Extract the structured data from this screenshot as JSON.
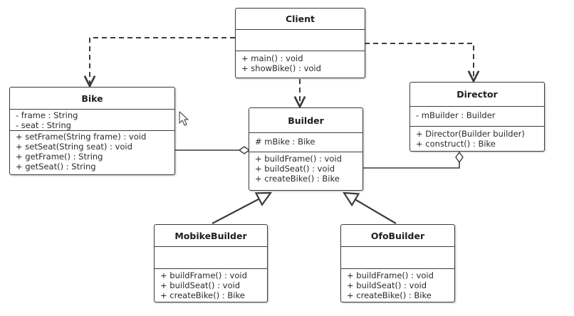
{
  "classes": {
    "client": {
      "name": "Client",
      "attributes": [],
      "methods": [
        "+ main() : void",
        "+ showBike() : void"
      ]
    },
    "bike": {
      "name": "Bike",
      "attributes": [
        "- frame : String",
        "- seat : String"
      ],
      "methods": [
        "+ setFrame(String frame) : void",
        "+ setSeat(String seat) : void",
        "+ getFrame() : String",
        "+ getSeat() : String"
      ]
    },
    "builder": {
      "name": "Builder",
      "attributes": [
        "# mBike : Bike"
      ],
      "methods": [
        "+ buildFrame() : void",
        "+ buildSeat() : void",
        "+ createBike() : Bike"
      ]
    },
    "director": {
      "name": "Director",
      "attributes": [
        "- mBuilder : Builder"
      ],
      "methods": [
        "+ Director(Builder builder)",
        "+ construct() : Bike"
      ]
    },
    "mobike_builder": {
      "name": "MobikeBuilder",
      "attributes": [],
      "methods": [
        "+ buildFrame() : void",
        "+ buildSeat() : void",
        "+ createBike() : Bike"
      ]
    },
    "ofo_builder": {
      "name": "OfoBuilder",
      "attributes": [],
      "methods": [
        "+ buildFrame() : void",
        "+ buildSeat() : void",
        "+ createBike() : Bike"
      ]
    }
  },
  "colors": {
    "line": "#3c3c3c",
    "dashed_line": "#3c3c3c",
    "border": "#3c3c3c",
    "background": "#ffffff"
  },
  "icons": {
    "cursor": "mouse-pointer-icon"
  }
}
